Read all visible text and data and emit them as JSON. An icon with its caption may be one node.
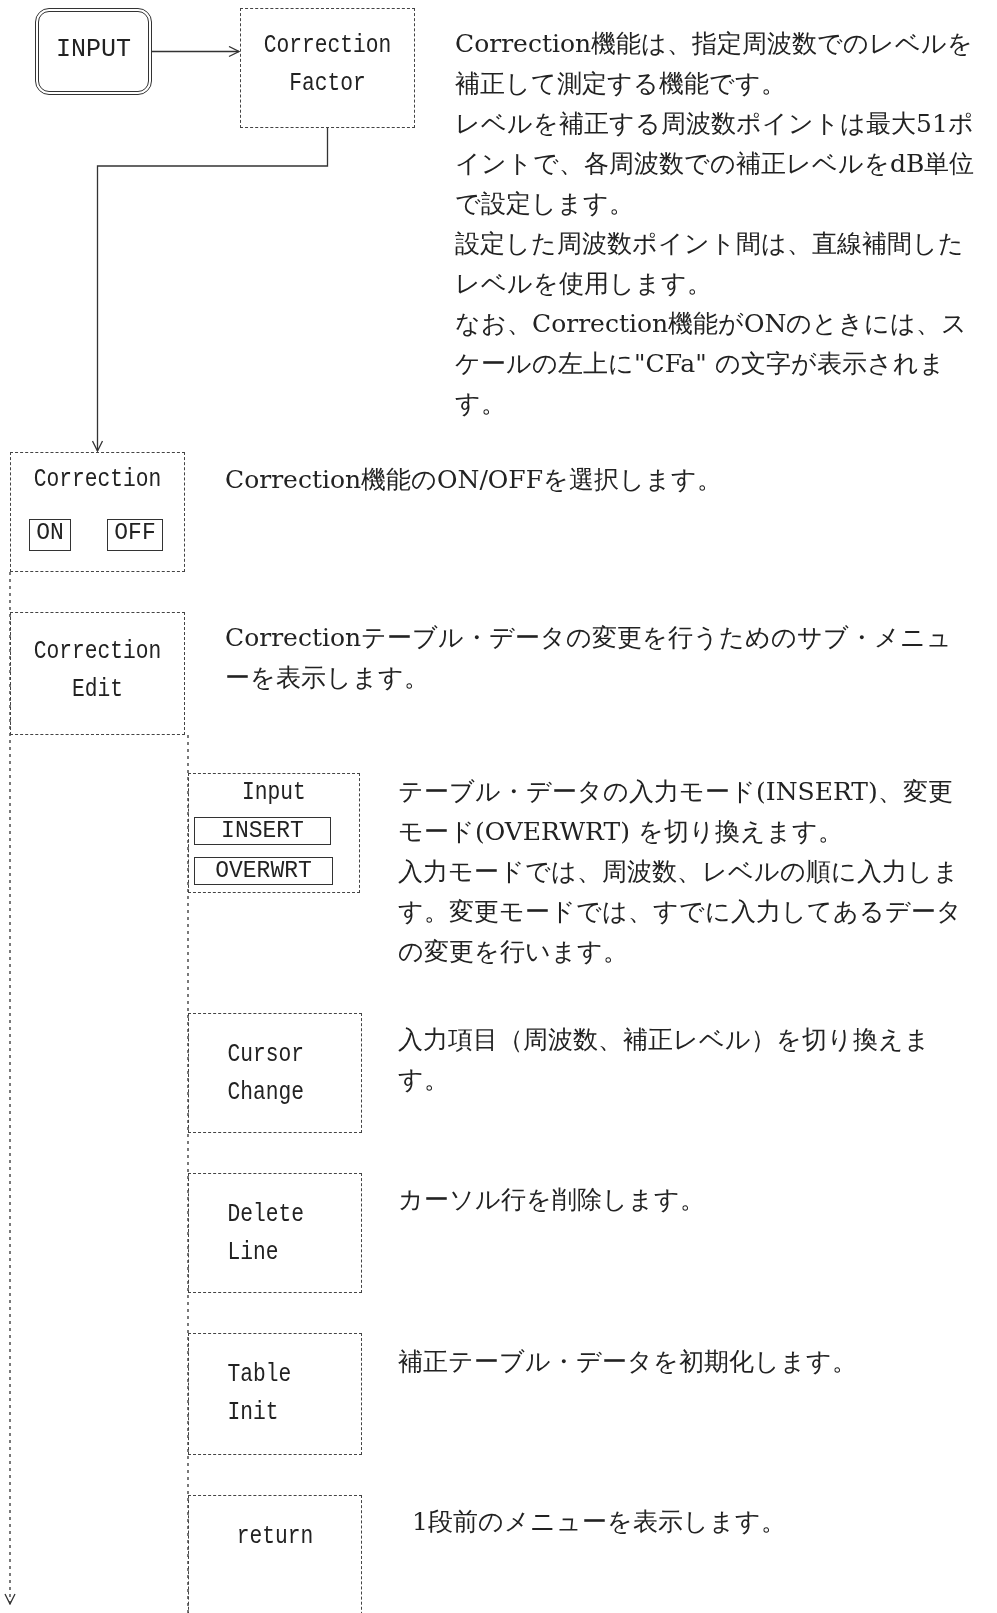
{
  "diagram": {
    "nodes": [
      {
        "text": [
          "INPUT"
        ]
      },
      {
        "text": [
          "Correction Factor"
        ],
        "beside": [
          "Correction機能は、指定周波数でのレベルを補正して測定する機能です。",
          "レベルを補正する周波数ポイントは最大51ポイントで、各周波数での補正レベルをdB単位で設定します。",
          "設定した周波数ポイント間は、直線補間したレベルを使用します。",
          "なお、Correction機能がONのときには、スケールの左上に\"CFa\" の文字が表示されます。"
        ]
      },
      {
        "text": [
          "Correction"
        ],
        "beside": [
          "Correction機能のON/OFFを選択します。"
        ]
      },
      {
        "text": [
          "ON"
        ],
        "in": 2
      },
      {
        "text": [
          "OFF"
        ],
        "in": 2
      },
      {
        "text": [
          "Correction Edit"
        ],
        "beside": [
          "Correctionテーブル・データの変更を行うためのサブ・メニューを表示します。"
        ]
      },
      {
        "text": [
          "Input"
        ],
        "beside": [
          "テーブル・データの入力モード(INSERT)、変更モード(OVERWRT) を切り換えます。",
          "入力モードでは、周波数、レベルの順に入力します。変更モードでは、すでに入力してあるデータの変更を行います。"
        ]
      },
      {
        "text": [
          "INSERT"
        ],
        "in": 6
      },
      {
        "text": [
          "OVERWRT"
        ],
        "in": 6
      },
      {
        "text": [
          "Cursor Change"
        ],
        "beside": [
          "入力項目（周波数、補正レベル）を切り換えます。"
        ]
      },
      {
        "text": [
          "Delete Line"
        ],
        "beside": [
          "カーソル行を削除します。"
        ]
      },
      {
        "text": [
          "Table Init"
        ],
        "beside": [
          "補正テーブル・データを初期化します。"
        ]
      },
      {
        "text": [
          "return"
        ],
        "beside": [
          "1段前のメニューを表示します。"
        ]
      }
    ],
    "edges": [
      {
        "from": 0,
        "to": 1,
        "arrow": "to"
      },
      {
        "from": 1,
        "to": 2,
        "arrow": "to"
      },
      {
        "from": 2,
        "to": null,
        "arrow": "to",
        "style": "dashed"
      }
    ]
  }
}
